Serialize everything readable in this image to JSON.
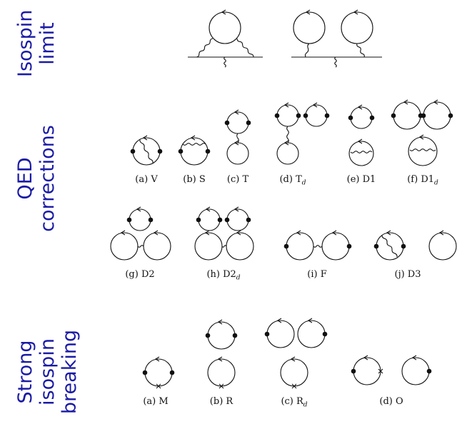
{
  "sections": {
    "isospin": {
      "line1": "Isospin",
      "line2": "limit"
    },
    "qed": {
      "line1": "QED",
      "line2": "corrections"
    },
    "strong": {
      "line1": "Strong",
      "line2": "isospin",
      "line3": "breaking"
    }
  },
  "qed_diagrams": [
    {
      "label": "(a) V"
    },
    {
      "label": "(b) S"
    },
    {
      "label": "(c) T"
    },
    {
      "label": "(d) T",
      "sub": "d"
    },
    {
      "label": "(e) D1"
    },
    {
      "label": "(f) D1",
      "sub": "d"
    },
    {
      "label": "(g) D2"
    },
    {
      "label": "(h) D2",
      "sub": "d"
    },
    {
      "label": "(i) F"
    },
    {
      "label": "(j) D3"
    }
  ],
  "strong_diagrams": [
    {
      "label": "(a) M"
    },
    {
      "label": "(b) R"
    },
    {
      "label": "(c) R",
      "sub": "d"
    },
    {
      "label": "(d) O"
    }
  ],
  "colors": {
    "section_title": "#1a1aa6",
    "lines": "#111111"
  }
}
